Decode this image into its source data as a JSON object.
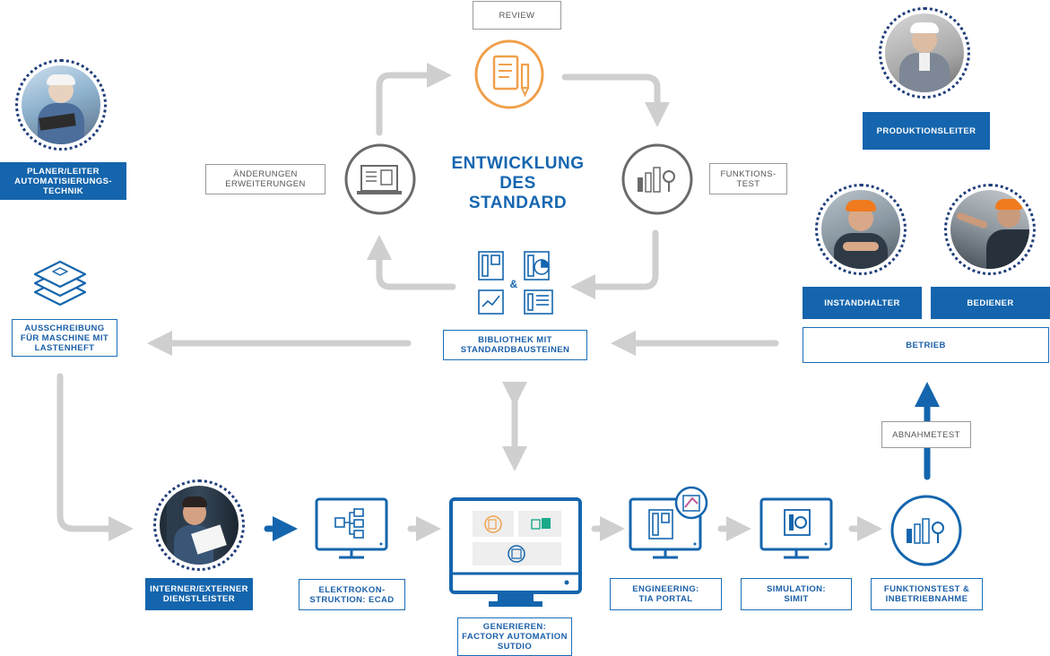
{
  "title": "ENTWICKLUNG\nDES\nSTANDARD",
  "labels": {
    "review": "REVIEW",
    "aenderungen": "ÄNDERUNGEN\nERWEITERUNGEN",
    "funktionstest_top": "FUNKTIONS-\nTEST",
    "bibliothek": "BIBLIOTHEK MIT\nSTANDARDBAUSTEINEN",
    "ampersand": "&",
    "planer": "PLANER/LEITER\nAUTOMATISIERUNGS-\nTECHNIK",
    "produktionsleiter": "PRODUKTIONSLEITER",
    "instandhalter": "INSTANDHALTER",
    "bediener": "BEDIENER",
    "betrieb": "BETRIEB",
    "ausschreibung": "AUSSCHREIBUNG\nFÜR MASCHINE MIT\nLASTENHEFT",
    "abnahmetest": "ABNAHMETEST",
    "dienstleister": "INTERNER/EXTERNER\nDIENSTLEISTER",
    "ecad": "ELEKTROKON-\nSTRUKTION: ECAD",
    "generieren": "GENERIEREN:\nFACTORY AUTOMATION\nSUTDIO",
    "engineering": "ENGINEERING:\nTIA PORTAL",
    "simulation": "SIMULATION:\nSIMIT",
    "inbetriebnahme": "FUNKTIONSTEST &\nINBETRIEBNAHME"
  },
  "colors": {
    "blue": "#1465ad",
    "gray_arrow": "#cfcfcf",
    "orange": "#f0a04b",
    "dark_gray": "#6a6a6a"
  },
  "icons": [
    "document-pen-icon",
    "monitor-form-icon",
    "bars-magnifier-icon",
    "library-blocks-icon",
    "layers-stack-icon",
    "flowchart-monitor-icon",
    "generator-monitor-icon",
    "tia-monitor-icon",
    "simit-monitor-icon",
    "function-test-icon"
  ]
}
